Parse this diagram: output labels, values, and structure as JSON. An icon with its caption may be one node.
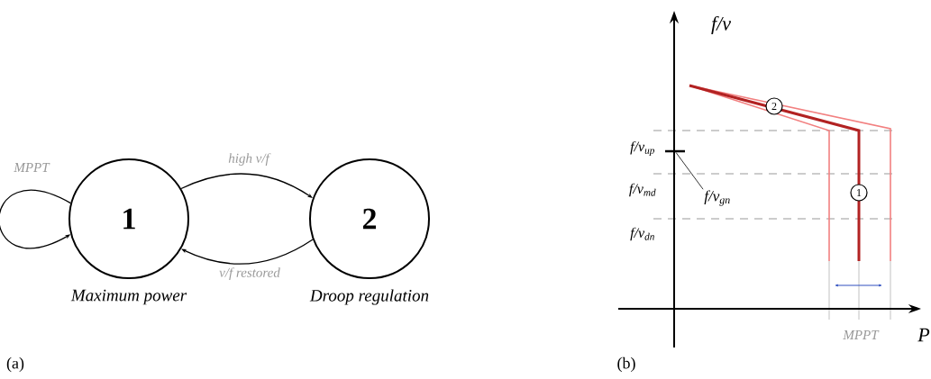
{
  "diagram": {
    "nodes": [
      {
        "text": [
          "1"
        ],
        "beside": [
          "Maximum power"
        ]
      },
      {
        "text": [
          "2"
        ],
        "beside": [
          "Droop regulation"
        ]
      },
      {
        "text": [
          "2"
        ]
      },
      {
        "text": [
          "1"
        ]
      },
      {
        "text": [],
        "shape": "bar"
      },
      {
        "text": [
          "f/v$_{gn}$"
        ]
      }
    ],
    "edges": [
      {
        "from": 0,
        "to": 0,
        "arrow": "to",
        "label": "MPPT"
      },
      {
        "from": 0,
        "to": 1,
        "arrow": "to",
        "label": "high v/f"
      },
      {
        "from": 1,
        "to": 0,
        "arrow": "to",
        "label": "v/f restored"
      },
      {
        "from": 5,
        "to": 4,
        "arrow": "none"
      }
    ],
    "labels": [
      "(a)",
      "f/v",
      "f/v$_{up}$",
      "f/v$_{md}$",
      "f/v$_{dn}$",
      "MPPT",
      "P",
      "(b)"
    ]
  }
}
